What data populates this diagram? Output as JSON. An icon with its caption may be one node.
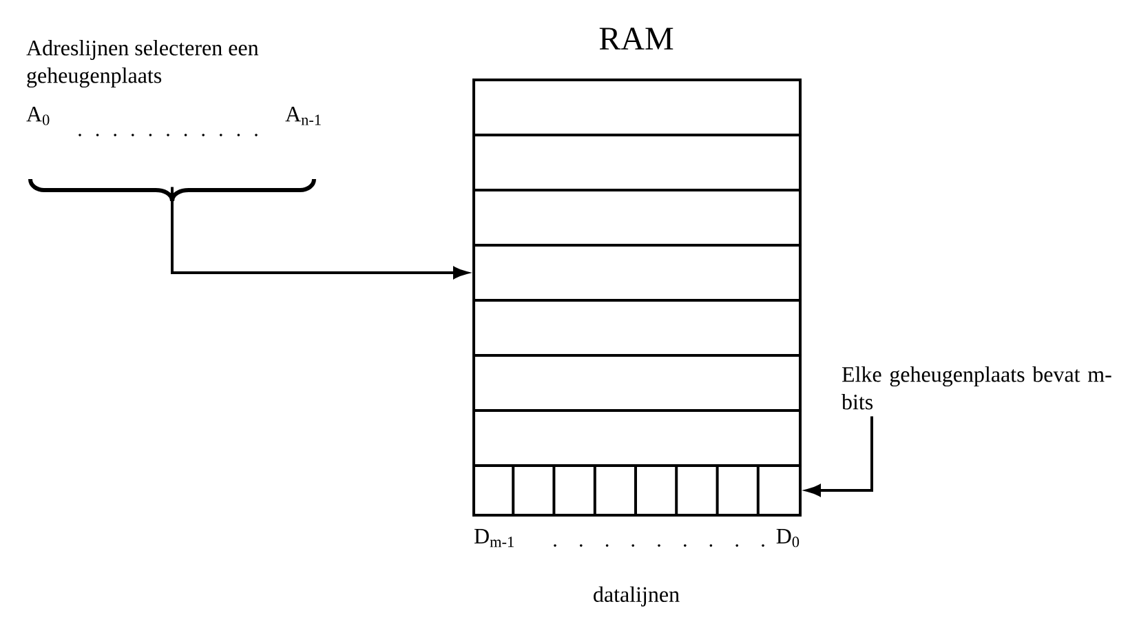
{
  "diagram": {
    "nodes": [
      {
        "text": [
          "RAM"
        ]
      },
      {
        "text": [],
        "shape": "box",
        "in": 0
      },
      {
        "text": [],
        "shape": "box",
        "in": 0
      },
      {
        "text": [],
        "shape": "box",
        "in": 0
      },
      {
        "text": [],
        "shape": "box",
        "in": 0
      },
      {
        "text": [],
        "shape": "box",
        "in": 0
      },
      {
        "text": [],
        "shape": "box",
        "in": 0
      },
      {
        "text": [],
        "shape": "box",
        "in": 0
      },
      {
        "text": [],
        "shape": "bar",
        "in": 0
      },
      {
        "text": [
          "Adreslijnen selecteren een geheugenplaats",
          "A$_{0}$",
          "A$_{n-1}$"
        ]
      },
      {
        "text": [
          "Elke geheugenplaats bevat m-bits"
        ]
      }
    ],
    "edges": [
      {
        "from": 9,
        "to": 4,
        "arrow": "to"
      },
      {
        "from": 10,
        "to": 8,
        "arrow": "to"
      }
    ],
    "labels": [
      "D$_{m-1}$",
      "D$_{0}$",
      "datalijnen"
    ]
  }
}
